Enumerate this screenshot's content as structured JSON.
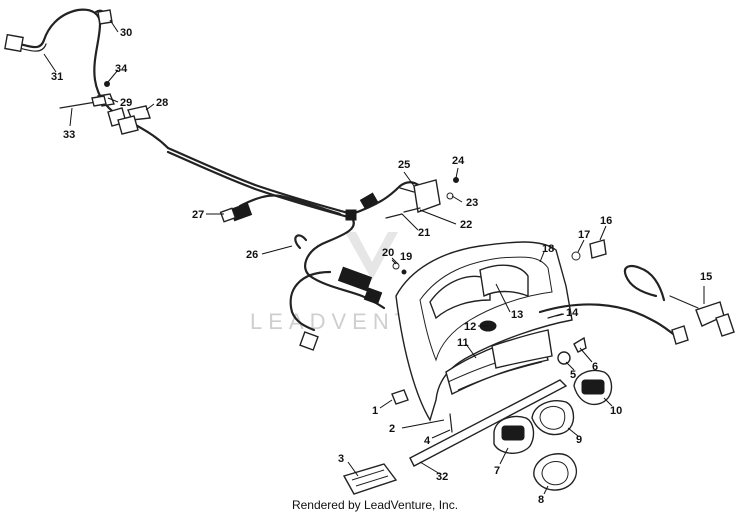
{
  "watermark": "LEADVENTURE",
  "footer": "Rendered by LeadVenture, Inc.",
  "callouts": [
    "1",
    "2",
    "3",
    "4",
    "5",
    "6",
    "7",
    "8",
    "9",
    "10",
    "11",
    "12",
    "13",
    "14",
    "15",
    "16",
    "17",
    "18",
    "19",
    "20",
    "21",
    "22",
    "23",
    "24",
    "25",
    "26",
    "27",
    "28",
    "29",
    "30",
    "31",
    "32",
    "33",
    "34"
  ]
}
